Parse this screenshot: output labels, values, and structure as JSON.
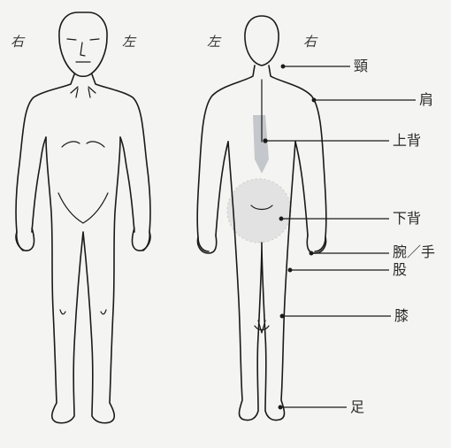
{
  "front": {
    "right_label": "右",
    "left_label": "左"
  },
  "back": {
    "left_label": "左",
    "right_label": "右"
  },
  "annotations": {
    "neck": "頸",
    "shoulder": "肩",
    "upper_back": "上背",
    "lower_back": "下背",
    "wrist_hand": "腕／手",
    "thigh": "股",
    "knee": "膝",
    "foot": "足"
  },
  "colors": {
    "ink": "#1a1a1a",
    "paper": "#f4f4f2",
    "shade": "#9aa0a6",
    "dots": "#c9c9c9"
  }
}
